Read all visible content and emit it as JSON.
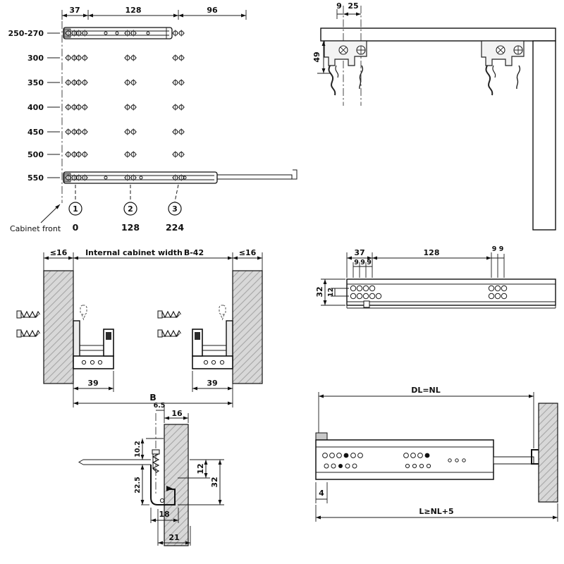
{
  "drilling": {
    "dim_37": "37",
    "dim_128": "128",
    "dim_96": "96",
    "depths": [
      "250-270",
      "300",
      "350",
      "400",
      "450",
      "500",
      "550"
    ],
    "pos_nums": [
      "1",
      "2",
      "3"
    ],
    "pos_values": [
      "0",
      "128",
      "224"
    ],
    "cabinet_front": "Cabinet front"
  },
  "fixing": {
    "dim_9": "9",
    "dim_25": "25",
    "dim_49": "49"
  },
  "section": {
    "max_left": "≤16",
    "width_label": "Internal cabinet width",
    "width_value": "B-42",
    "max_right": "≤16",
    "dim_39_left": "39",
    "dim_39_right": "39",
    "dim_b": "B"
  },
  "rail": {
    "dim_37": "37",
    "dim_128": "128",
    "dim_9a": "9",
    "dim_9b": "9",
    "dim_9c": "9",
    "dim_9d": "9",
    "dim_9e": "9",
    "dim_32": "32",
    "dim_12": "12"
  },
  "detail": {
    "dim_65": "6.5",
    "dim_16": "16",
    "dim_102": "10.2",
    "dim_225": "22.5",
    "dim_12": "12",
    "dim_32": "32",
    "dim_18": "18",
    "dim_21": "21"
  },
  "length": {
    "dim_dl": "DL=NL",
    "dim_4": "4",
    "dim_l": "L≥NL+5"
  }
}
